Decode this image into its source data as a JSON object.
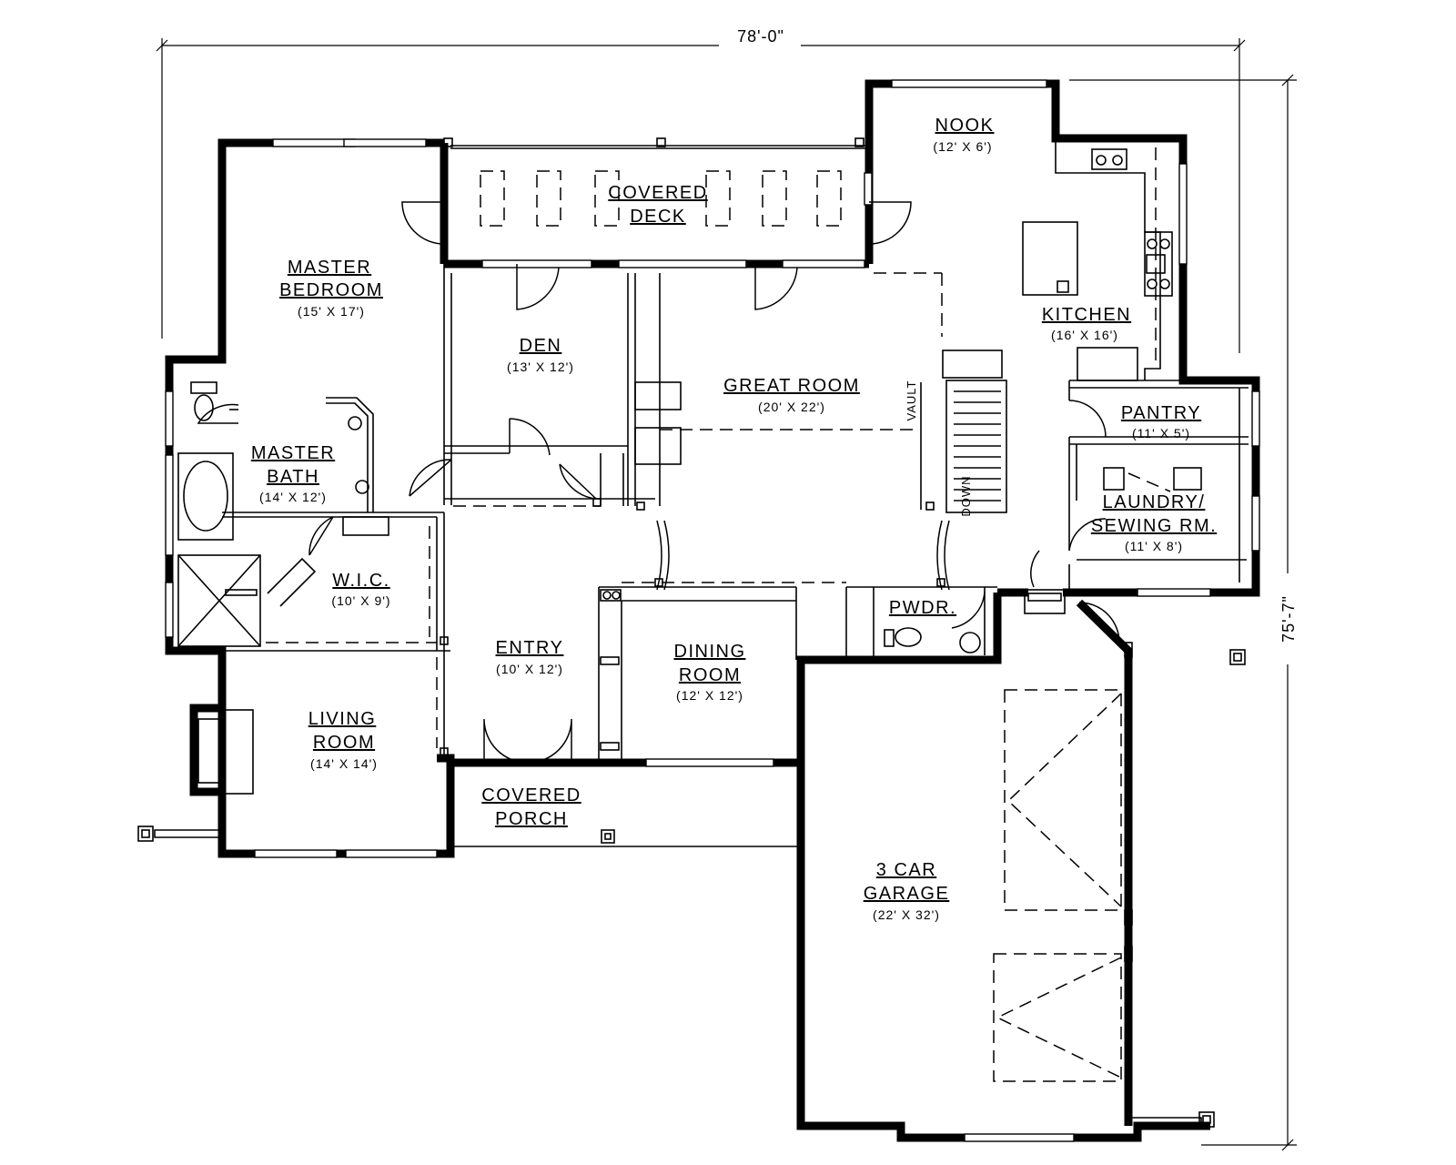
{
  "dimensions": {
    "width": "78'-0\"",
    "depth": "75'-7\""
  },
  "rooms": {
    "nook": {
      "name": "NOOK",
      "size": "(12' X 6')"
    },
    "covered_deck": {
      "line1": "COVERED",
      "line2": "DECK"
    },
    "master_bedroom": {
      "line1": "MASTER",
      "line2": "BEDROOM",
      "size": "(15' X 17')"
    },
    "den": {
      "name": "DEN",
      "size": "(13' X 12')"
    },
    "kitchen": {
      "name": "KITCHEN",
      "size": "(16' X 16')"
    },
    "great_room": {
      "name": "GREAT ROOM",
      "size": "(20' X 22')"
    },
    "pantry": {
      "name": "PANTRY",
      "size": "(11' X 5')"
    },
    "master_bath": {
      "line1": "MASTER",
      "line2": "BATH",
      "size": "(14' X 12')"
    },
    "laundry": {
      "line1": "LAUNDRY/",
      "line2": "SEWING RM.",
      "size": "(11' X 8')"
    },
    "wic": {
      "name": "W.I.C.",
      "size": "(10' X 9')"
    },
    "entry": {
      "name": "ENTRY",
      "size": "(10' X 12')"
    },
    "dining": {
      "line1": "DINING",
      "line2": "ROOM",
      "size": "(12' X 12')"
    },
    "powder": {
      "name": "PWDR."
    },
    "living": {
      "line1": "LIVING",
      "line2": "ROOM",
      "size": "(14' X 14')"
    },
    "covered_porch": {
      "line1": "COVERED",
      "line2": "PORCH"
    },
    "garage": {
      "line1": "3 CAR",
      "line2": "GARAGE",
      "size": "(22' X 32')"
    }
  },
  "stair": {
    "vault": "VAULT",
    "down": "DOWN"
  }
}
